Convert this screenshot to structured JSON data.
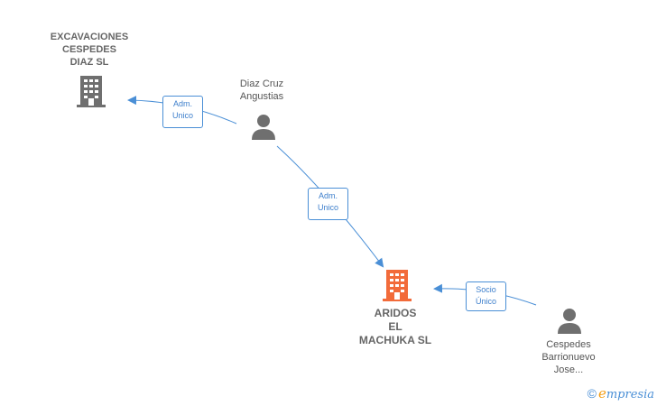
{
  "nodes": {
    "company_1": {
      "name": "EXCAVACIONES\nCESPEDES\nDIAZ  SL"
    },
    "company_main": {
      "name": "ARIDOS\nEL\nMACHUKA  SL"
    },
    "person_1": {
      "name": "Diaz Cruz\nAngustias"
    },
    "person_2": {
      "name": "Cespedes\nBarrionuevo\nJose..."
    }
  },
  "edges": {
    "edge_1": {
      "label": "Adm.\nUnico"
    },
    "edge_2": {
      "label": "Adm.\nUnico"
    },
    "edge_3": {
      "label": "Socio\nÚnico"
    }
  },
  "brand": {
    "copyright": "©",
    "e": "e",
    "rest": "mpresia"
  },
  "colors": {
    "main_company": "#f26b3a",
    "company": "#6f6f6f",
    "person": "#6f6f6f",
    "edge": "#4a8fd6"
  }
}
